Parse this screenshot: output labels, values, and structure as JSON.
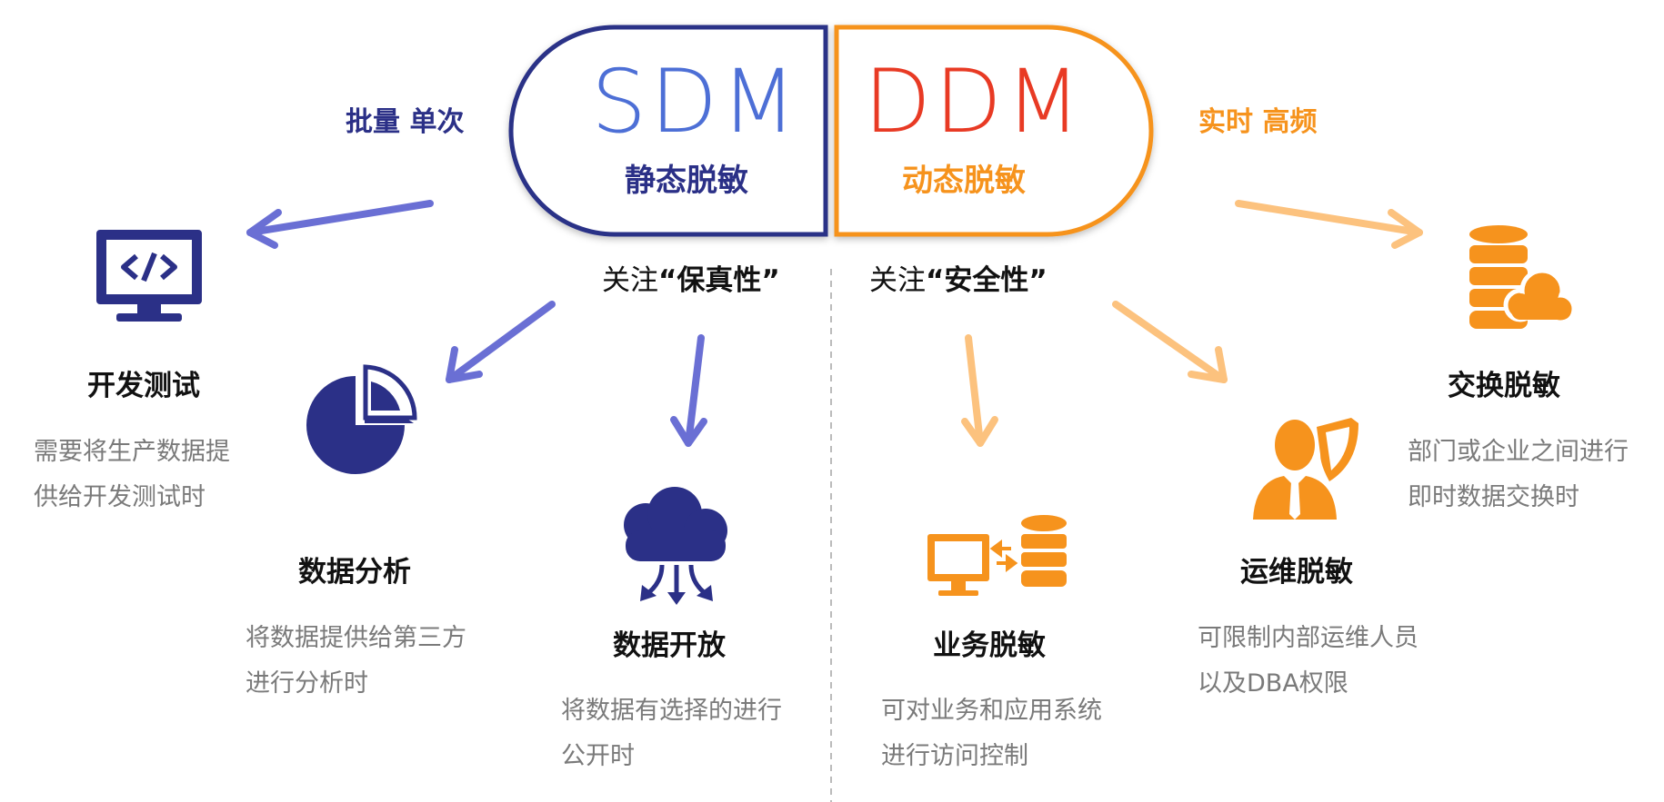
{
  "sdm": {
    "acronym": "SDM",
    "title": "静态脱敏",
    "mode": "批量 单次",
    "focus_prefix": "关注",
    "focus_keyword": "“保真性”"
  },
  "ddm": {
    "acronym": "DDM",
    "title": "动态脱敏",
    "mode": "实时 高频",
    "focus_prefix": "关注",
    "focus_keyword": "“安全性”"
  },
  "scenarios": [
    {
      "title": "开发测试",
      "desc": [
        "需要将生产数据提",
        "供给开发测试时"
      ],
      "icon": "code-monitor-icon"
    },
    {
      "title": "数据分析",
      "desc": [
        "将数据提供给第三方",
        "进行分析时"
      ],
      "icon": "pie-chart-icon"
    },
    {
      "title": "数据开放",
      "desc": [
        "将数据有选择的进行",
        "公开时"
      ],
      "icon": "cloud-download-icon"
    },
    {
      "title": "业务脱敏",
      "desc": [
        "可对业务和应用系统",
        "进行访问控制"
      ],
      "icon": "computer-database-icon"
    },
    {
      "title": "运维脱敏",
      "desc": [
        "可限制内部运维人员",
        "以及DBA权限"
      ],
      "icon": "admin-shield-icon"
    },
    {
      "title": "交换脱敏",
      "desc": [
        "部门或企业之间进行",
        "即时数据交换时"
      ],
      "icon": "database-cloud-icon"
    }
  ],
  "colors": {
    "navy": "#2b3087",
    "blue_arrow": "#6a6fd4",
    "sdm_letters": "#4d6fd6",
    "orange": "#f6931d",
    "orange_arrow": "#fcc27e",
    "ddm_letters": "#e83a24",
    "text_gray": "#7a7a7a"
  }
}
